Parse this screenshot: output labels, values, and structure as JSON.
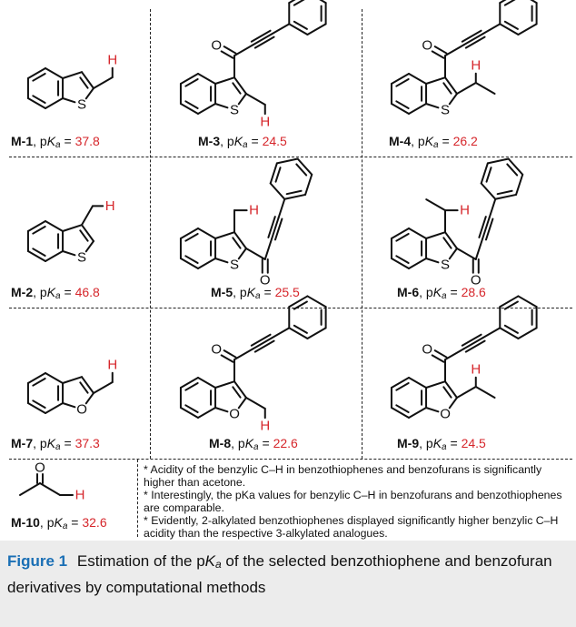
{
  "compounds": [
    {
      "id": "M-1",
      "pka": "37.8"
    },
    {
      "id": "M-3",
      "pka": "24.5"
    },
    {
      "id": "M-4",
      "pka": "26.2"
    },
    {
      "id": "M-2",
      "pka": "46.8"
    },
    {
      "id": "M-5",
      "pka": "25.5"
    },
    {
      "id": "M-6",
      "pka": "28.6"
    },
    {
      "id": "M-7",
      "pka": "37.3"
    },
    {
      "id": "M-8",
      "pka": "22.6"
    },
    {
      "id": "M-9",
      "pka": "24.5"
    },
    {
      "id": "M-10",
      "pka": "32.6"
    }
  ],
  "labels": {
    "pka_prefix": "p",
    "pka_K": "K",
    "pka_sub": "a",
    "equals": " = "
  },
  "atoms": {
    "sulfur": "S",
    "oxygen": "O",
    "hydrogen": "H"
  },
  "notes": [
    "* Acidity of the benzylic C–H in benzothiophenes and benzofurans is significantly higher than acetone.",
    "* Interestingly, the pKa values for benzylic C–H in benzofurans and benzothiophenes are comparable.",
    "* Evidently, 2-alkylated benzothiophenes displayed significantly higher benzylic C–H acidity than the respective 3-alkylated analogues."
  ],
  "caption": {
    "figure_label": "Figure 1",
    "text_before": "Estimation of the p",
    "k": "K",
    "sub": "a",
    "text_after": " of the selected benzothiophene and benzofuran derivatives by computational methods"
  },
  "colors": {
    "highlight": "#d6262b",
    "figure_label": "#1a6fb5",
    "caption_bg": "#ececec"
  }
}
